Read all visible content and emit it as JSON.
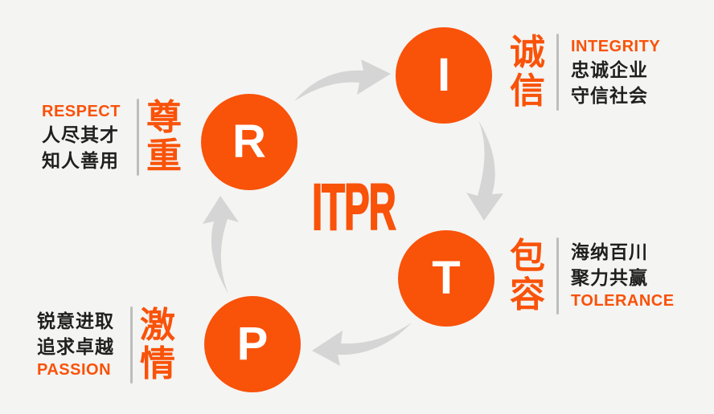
{
  "title": "ITPR corporate values cycle diagram",
  "center_title": "ITPR",
  "colors": {
    "background": "#f4f4f2",
    "accent_orange": "#f95209",
    "arrow_gray": "#d5d5d5",
    "divider_gray": "#bdbdbd",
    "text_dark": "#1f1f1f",
    "circle_letter": "#ffffff"
  },
  "nodes": [
    {
      "id": "integrity",
      "letter": "I",
      "cn": "诚信",
      "english": "INTEGRITY",
      "lines": [
        "忠诚企业",
        "守信社会"
      ]
    },
    {
      "id": "tolerance",
      "letter": "T",
      "cn": "包容",
      "english": "TOLERANCE",
      "lines": [
        "海纳百川",
        "聚力共赢"
      ]
    },
    {
      "id": "passion",
      "letter": "P",
      "cn": "激情",
      "english": "PASSION",
      "lines": [
        "锐意进取",
        "追求卓越"
      ]
    },
    {
      "id": "respect",
      "letter": "R",
      "cn": "尊重",
      "english": "RESPECT",
      "lines": [
        "人尽其才",
        "知人善用"
      ]
    }
  ],
  "arrows": [
    {
      "name": "respect-to-integrity",
      "direction": "up-right"
    },
    {
      "name": "integrity-to-tolerance",
      "direction": "down"
    },
    {
      "name": "tolerance-to-passion",
      "direction": "left"
    },
    {
      "name": "passion-to-respect",
      "direction": "up"
    }
  ]
}
